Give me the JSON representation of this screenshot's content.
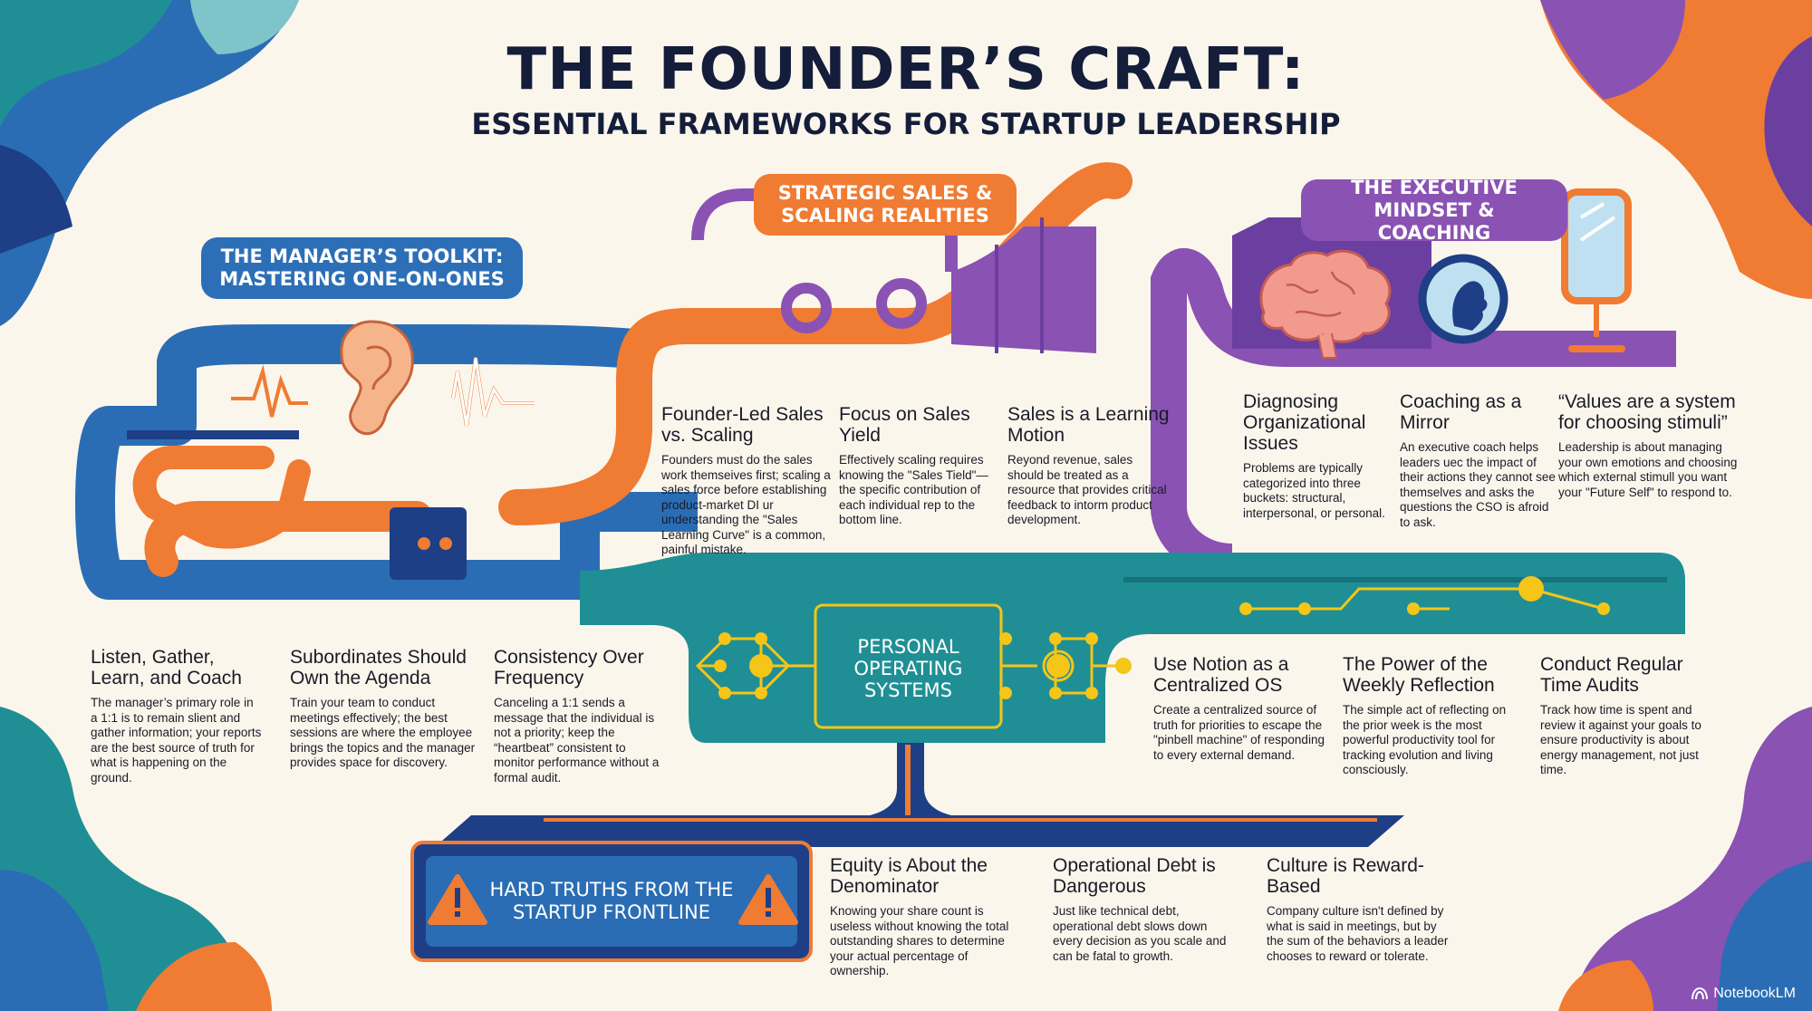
{
  "header": {
    "title": "THE FOUNDER’S CRAFT:",
    "subtitle": "ESSENTIAL FRAMEWORKS FOR STARTUP LEADERSHIP"
  },
  "sections": {
    "toolkit": "THE MANAGER’S TOOLKIT: MASTERING ONE-ON-ONES",
    "sales": "STRATEGIC SALES & SCALING REALITIES",
    "executive": "THE EXECUTIVE MINDSET & COACHING",
    "core": "PERSONAL OPERATING SYSTEMS",
    "truths": "HARD TRUTHS FROM THE STARTUP FRONTLINE"
  },
  "toolkit_items": [
    {
      "title": "Listen, Gather, Learn, and Coach",
      "body": "The manager’s primary role in a 1:1 is to remain slient and gather information; your reports are the best source of truth for what is happening on the ground."
    },
    {
      "title": "Subordinates Should Own the Agenda",
      "body": "Train your team to conduct meetings effectively; the best sessions are where the employee brings the topics and the manager provides space for discovery."
    },
    {
      "title": "Consistency Over Frequency",
      "body": "Canceling a 1:1 sends a message that the individual is not a priority; keep the “heartbeat” consistent to monitor performance without a formal audit."
    }
  ],
  "sales_items": [
    {
      "title": "Founder-Led Sales vs. Scaling",
      "body": "Founders must do the sales work themseives first; scaling a sales force before establishing product-market DI ur understanding the \"Sales Learning Curve\" is a common, painful mistake."
    },
    {
      "title": "Focus on Sales Yield",
      "body": "Effectively scaling requires knowing the \"Sales Tield\"— the specific contribution of each individual rep to the bottom line."
    },
    {
      "title": "Sales is a Learning Motion",
      "body": "Reyond revenue, sales should be treated as a resource that provides critical feedback to intorm product development."
    }
  ],
  "executive_items": [
    {
      "title": "Diagnosing Organizational Issues",
      "body": "Problems are typically categorized into three buckets: structural, interpersonal, or personal."
    },
    {
      "title": "Coaching as a Mirror",
      "body": "An executive coach helps leaders uec the impact of their actions they cannot see themselves and asks the questions the CSO is afroid to ask."
    },
    {
      "title": "“Values are a system for choosing stimuli”",
      "body": "Leadership is about managing your own emotions and choosing which external stimull you want your \"Future Self\" to respond to."
    }
  ],
  "os_items": [
    {
      "title": "Use Notion as a Centralized OS",
      "body": "Create a centralized source of truth for priorities to escape the \"pinbell machine\" of responding to every external demand."
    },
    {
      "title": "The Power of the Weekly Reflection",
      "body": "The simple act of reflecting on the prior week is the most powerful productivity tool for tracking evolution and living consciously."
    },
    {
      "title": "Conduct Regular Time Audits",
      "body": "Track how time is spent and review it against your goals to ensure productivity is about energy management, not just time."
    }
  ],
  "truth_items": [
    {
      "title": "Equity is About the Denominator",
      "body": "Knowing your share count is useless without knowing the total outstanding shares to determine your actual percentage of ownership."
    },
    {
      "title": "Operational Debt is Dangerous",
      "body": "Just like technical debt, operational debt slows down every decision as you scale and can be fatal to growth."
    },
    {
      "title": "Culture is Reward-Based",
      "body": "Company culture isn't defined by what is said in meetings, but by the sum of the behaviors a leader chooses to reward or tolerate."
    }
  ],
  "brand": "NotebookLM",
  "colors": {
    "blue": "#2d6fb7",
    "orange": "#f07b33",
    "purple": "#8a52b3",
    "teal": "#1f8f95",
    "navy": "#1e3f86",
    "cream": "#fbf6ec"
  },
  "icons": [
    "ear-icon",
    "soundwave-icon",
    "brain-icon",
    "magnifier-head-icon",
    "mirror-icon",
    "circuit-icon",
    "warning-icon"
  ]
}
